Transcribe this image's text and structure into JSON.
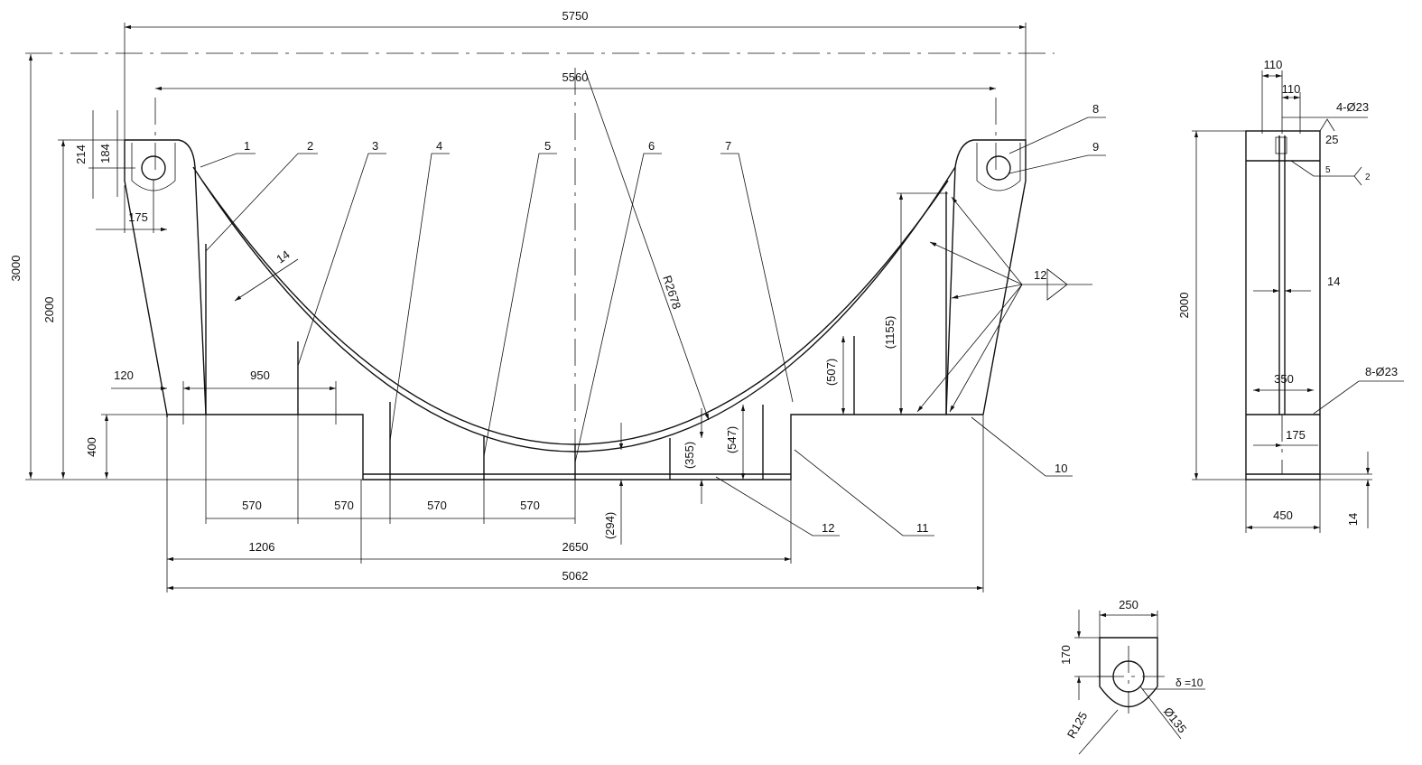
{
  "dims": {
    "total_width": "5750",
    "inner_width": "5560",
    "height_3000": "3000",
    "height_2000": "2000",
    "d214": "214",
    "d184": "184",
    "d175": "175",
    "d14": "14",
    "radius": "R2678",
    "d120": "120",
    "d950": "950",
    "d400": "400",
    "d570_1": "570",
    "d570_2": "570",
    "d570_3": "570",
    "d570_4": "570",
    "d1206": "1206",
    "d2650": "2650",
    "d5062": "5062",
    "d294": "(294)",
    "d355": "(355)",
    "d547": "(547)",
    "d507": "(507)",
    "d1155": "(1155)"
  },
  "parts": {
    "p1": "1",
    "p2": "2",
    "p3": "3",
    "p4": "4",
    "p5": "5",
    "p6": "6",
    "p7": "7",
    "p8": "8",
    "p9": "9",
    "p10": "10",
    "p11": "11",
    "p12": "12",
    "p12b": "12"
  },
  "side_view": {
    "d110a": "110",
    "d110b": "110",
    "holes4": "4-Ø23",
    "d25": "25",
    "weld5": "5",
    "weld2": "2",
    "h2000": "2000",
    "t14": "14",
    "d350": "350",
    "holes8": "8-Ø23",
    "d175": "175",
    "w450": "450",
    "b14": "14"
  },
  "lug_detail": {
    "w250": "250",
    "h170": "170",
    "thick": "δ =10",
    "dia": "Ø135",
    "rad": "R125"
  }
}
